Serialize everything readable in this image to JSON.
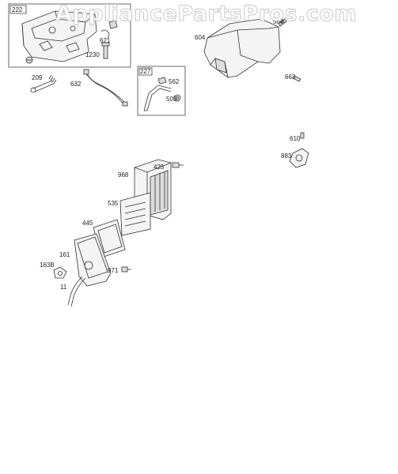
{
  "watermark": "AppliancePartsPros.com",
  "kits": [
    {
      "id": "kit-222",
      "number": "222"
    },
    {
      "id": "kit-227",
      "number": "227"
    }
  ],
  "labels": {
    "p621": "621",
    "p1230": "1230",
    "p209": "209",
    "p632": "632",
    "p562": "562",
    "p505": "505",
    "p604": "604",
    "p584": "584",
    "p663": "663",
    "p610": "610",
    "p883": "883",
    "p968": "968",
    "p425": "425",
    "p535": "535",
    "p445": "445",
    "p161": "161",
    "p163b": "163B",
    "p971": "971",
    "p11": "11"
  }
}
